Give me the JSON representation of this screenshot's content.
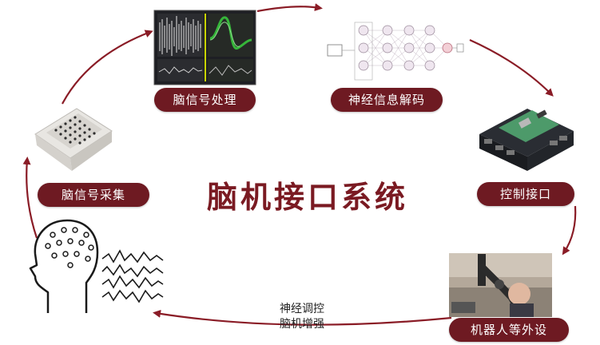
{
  "center_title": "脑机接口系统",
  "nodes": {
    "signal_processing": "脑信号处理",
    "neural_decoding": "神经信息解码",
    "control_interface": "控制接口",
    "robot_peripheral": "机器人等外设",
    "signal_acquisition": "脑信号采集"
  },
  "feedback_note": [
    "神经调控",
    "脑机增强"
  ],
  "colors": {
    "accent": "#6e1a22",
    "title": "#7a1a22",
    "arrow": "#8a1c26"
  }
}
